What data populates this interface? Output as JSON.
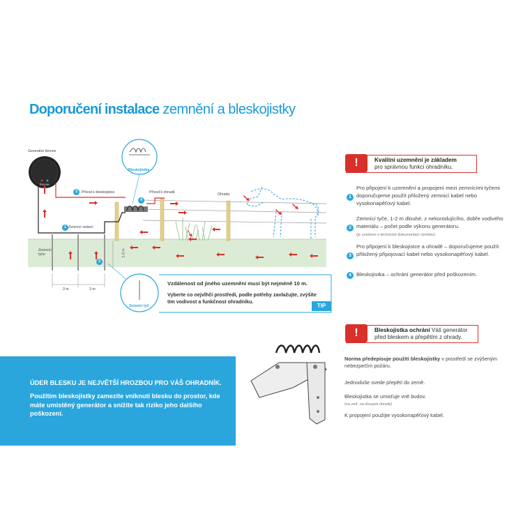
{
  "title": {
    "bold": "Doporučení instalace",
    "light": "zemnění a bleskojistky"
  },
  "diagram": {
    "generator_label": "Generátor",
    "generator_brand": "fencee",
    "generator_device_text": "fencee",
    "lightning_arrester_label": "Bleskojistka",
    "earth_rod_label": "Zemnící tyč",
    "ground_rods_label": "Zemnící tyče",
    "earth_lead_label": "Zemnící vedení",
    "lead_to_arrester": "Přívod k bleskojistce",
    "lead_to_fence": "Přívod k ohradě",
    "fence_label": "Ohrada",
    "depth_label": "1-2 m",
    "spacing_1": "3 m",
    "spacing_2": "3 m",
    "badges": [
      "1",
      "2",
      "3",
      "4"
    ]
  },
  "tip": {
    "line1": "Vzdálenost od jiného uzemnění musí být nejméně 10 m.",
    "line2": "Vyberte co nejvlhčí prostředí, podle potřeby zavlažujte, zvýšíte tím vodivost a funkčnost ohradníku.",
    "badge": "TIP"
  },
  "callout_top": {
    "bold": "Kvalitní uzemnění je základem",
    "rest": "pro správnou funkci ohradníku."
  },
  "list": [
    {
      "num": "1",
      "text": "Pro připojení k uzemnění a propojení mezi zemnícími tyčemi doporučujeme použít přiložený zemnicí kabel nebo vysokonapěťový kabel.",
      "note": ""
    },
    {
      "num": "2",
      "text": "Zemnící tyče, 1-2 m dlouhé, z nekorodujícího, dobře vodivého materiálu – počet podle výkonu generátoru.",
      "note": "(je uvedeno v technické dokumentaci výrobku)"
    },
    {
      "num": "3",
      "text": "Pro připojení k bleskojistce a ohradě – doporučujeme použít přiložený připojovací kabel nebo vysokonapěťový kabel.",
      "note": ""
    },
    {
      "num": "4",
      "text": "Bleskojistka – ochrání generátor před poškozením.",
      "note": ""
    }
  ],
  "callout_bottom": {
    "bold": "Bleskojistka ochrání",
    "rest1": "Váš generátor",
    "rest2": "před bleskem a přepětím z ohrady."
  },
  "right_notes": {
    "norm_bold": "Norma předepisuje použití bleskojistky",
    "norm_rest": "v prostředí se zvýšeným nebezpečím požáru.",
    "p2": "Jednoduše svede přepětí do země.",
    "p3": "Bleskojistka se umisťuje vně budov.",
    "p3_note": "(na zeď, na sloupek ohrady)",
    "p4": "K propojení použijte vysokonapěťový kabel."
  },
  "band": {
    "heading": "ÚDER BLESKU JE NEJVĚTŠÍ HROZBOU PRO VÁŠ OHRADNÍK.",
    "text": "Použitím bleskojistky zamezíte vniknutí blesku do prostor, kde máte umistěný generátor a snížíte tak riziko jeho dalšího poškození."
  },
  "colors": {
    "accent_blue": "#2aa6dc",
    "title_blue": "#1a9ad6",
    "alert_red": "#d9302b",
    "ground_green": "#dcebd6"
  }
}
